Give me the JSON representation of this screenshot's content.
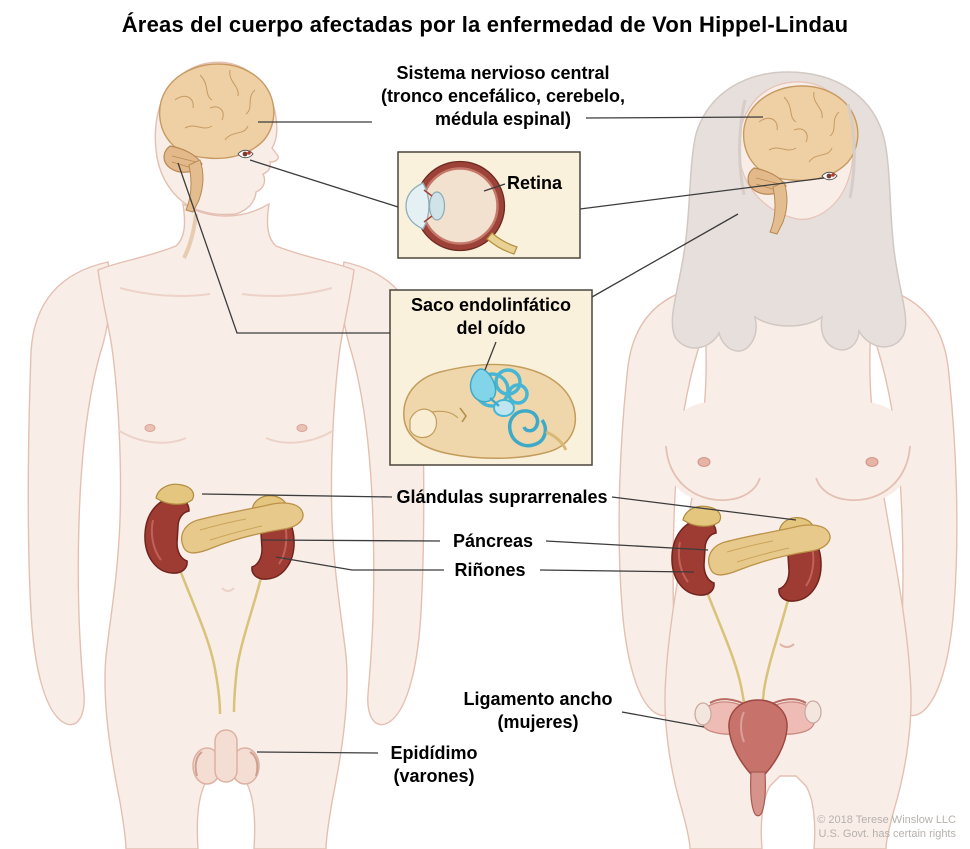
{
  "title": "Áreas del cuerpo afectadas por la enfermedad de Von Hippel-Lindau",
  "labels": {
    "cns": "Sistema nervioso central\n(tronco encefálico, cerebelo,\nmédula espinal)",
    "retina": "Retina",
    "endolymphatic_sac": "Saco endolinfático\ndel oído",
    "adrenal_glands": "Glándulas suprarrenales",
    "pancreas": "Páncreas",
    "kidneys": "Riñones",
    "broad_ligament": "Ligamento ancho\n(mujeres)",
    "epididymis": "Epidídimo\n(varones)"
  },
  "copyright": {
    "line1": "© 2018 Terese Winslow LLC",
    "line2": "U.S. Govt. has certain rights"
  },
  "colors": {
    "skin": "#f9ede8",
    "skin_outline": "#e4c0b2",
    "brain": "#eed0a4",
    "brain_outline": "#c79a62",
    "kidney": "#9e3b33",
    "adrenal_pancreas": "#e8c98c",
    "inset_background": "#faf1dc",
    "inset_border": "#4b463c",
    "inner_ear_blue": "#46b6d4",
    "uterus": "#c7736c",
    "leader_line": "#3c3c3c"
  }
}
